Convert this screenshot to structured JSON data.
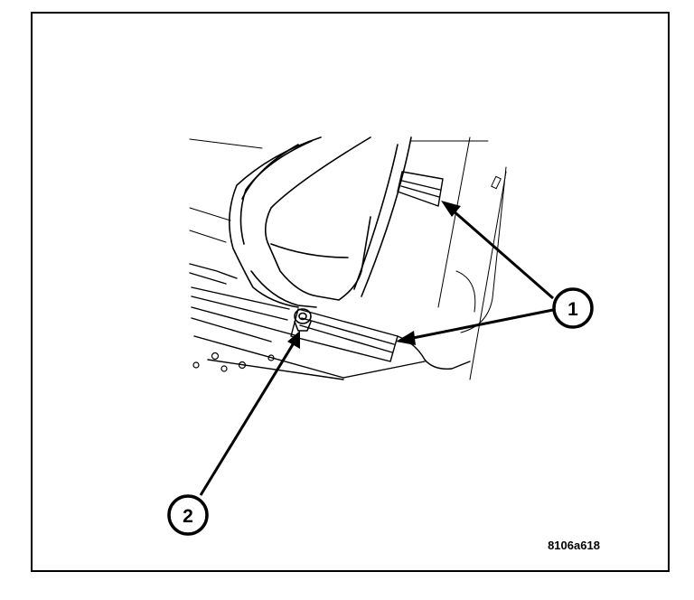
{
  "callouts": [
    {
      "label": "1"
    },
    {
      "label": "2"
    }
  ],
  "figure_code": "8106a618",
  "colors": {
    "line": "#000000",
    "background": "#ffffff"
  }
}
